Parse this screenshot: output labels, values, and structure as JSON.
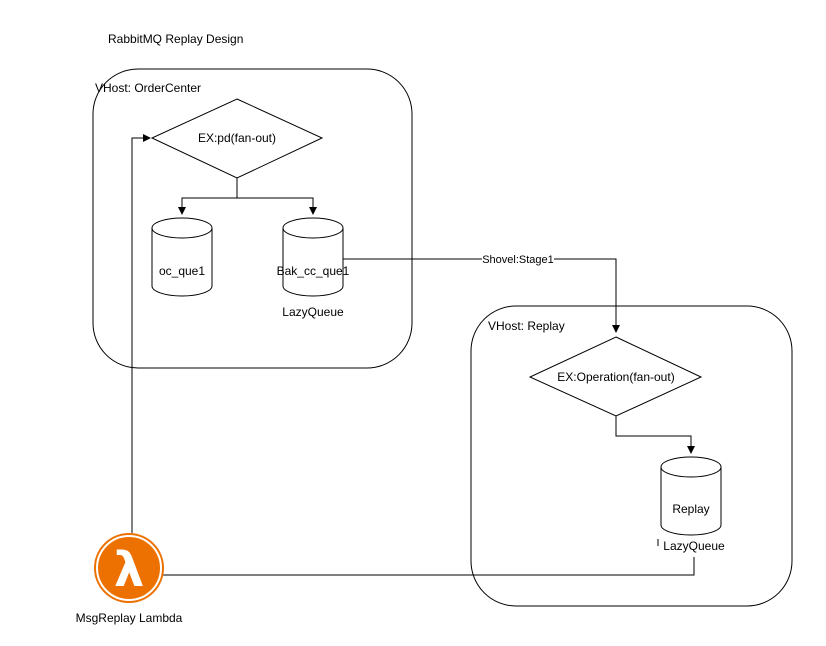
{
  "diagram": {
    "title": "RabbitMQ Replay Design",
    "vhost_ordercenter": {
      "label": "VHost: OrderCenter",
      "exchange": "EX:pd(fan-out)",
      "queue_1": "oc_que1",
      "queue_2": "Bak_cc_que1",
      "queue_2_note": "LazyQueue"
    },
    "shovel_label": "Shovel:Stage1",
    "vhost_replay": {
      "label": "VHost: Replay",
      "exchange": "EX:Operation(fan-out)",
      "queue": "Replay",
      "queue_note": "LazyQueue"
    },
    "lambda": {
      "label": "MsgReplay Lambda",
      "icon": "lambda-icon",
      "symbol": "λ",
      "color": "#ED7100"
    }
  }
}
